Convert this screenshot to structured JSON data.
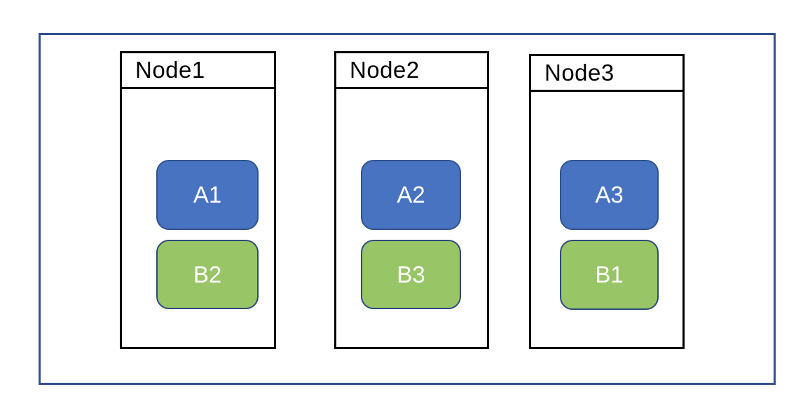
{
  "diagram": {
    "description": "Three-node cluster diagram with primary (A) and replica (B) task boxes",
    "nodes": [
      {
        "title": "Node1",
        "boxes": [
          {
            "label": "A1",
            "type": "blue"
          },
          {
            "label": "B2",
            "type": "green"
          }
        ]
      },
      {
        "title": "Node2",
        "boxes": [
          {
            "label": "A2",
            "type": "blue"
          },
          {
            "label": "B3",
            "type": "green"
          }
        ]
      },
      {
        "title": "Node3",
        "boxes": [
          {
            "label": "A3",
            "type": "blue"
          },
          {
            "label": "B1",
            "type": "green"
          }
        ]
      }
    ],
    "colors": {
      "blue_box_fill": "#4773C1",
      "blue_box_border": "#31538F",
      "green_box_fill": "#98C566",
      "green_box_border": "#2E4A7D",
      "outer_frame_border": "#33518E",
      "node_border": "#000000",
      "node_title_text": "#000000",
      "box_label_text": "#FFFFFF",
      "background": "#FFFFFF"
    }
  }
}
